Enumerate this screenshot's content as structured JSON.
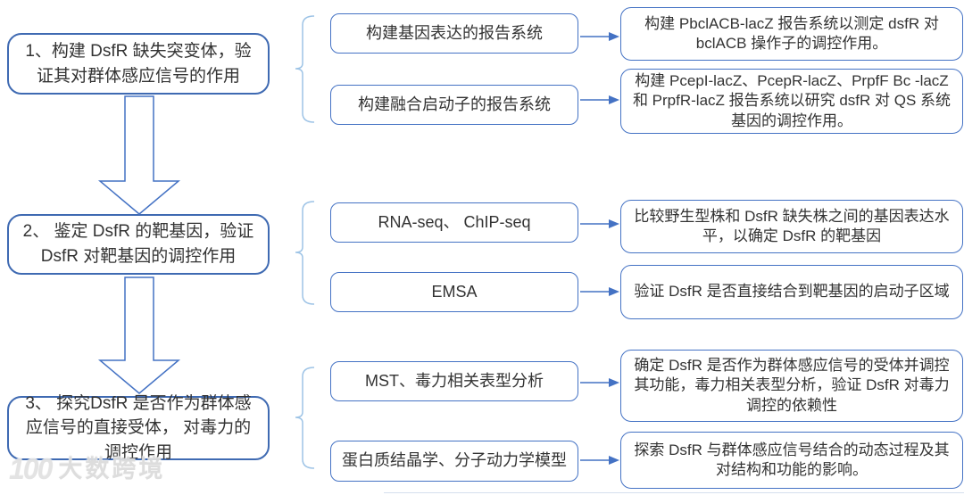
{
  "diagram": {
    "type": "flowchart",
    "colors": {
      "box_border_dark": "#3f6ab2",
      "box_border": "#4472c4",
      "arrow": "#4472c4",
      "brace": "#9dc3e6",
      "text": "#333333",
      "watermark": "#dcdcdc"
    },
    "rows": [
      {
        "step": "1、构建 DsfR 缺失突变体，验证其对群体感应信号的作用",
        "branches": [
          {
            "method": "构建基因表达的报告系统",
            "detail": "构建 PbclACB-lacZ 报告系统以测定 dsfR 对 bclACB 操作子的调控作用。"
          },
          {
            "method": "构建融合启动子的报告系统",
            "detail": "构建 PcepI-lacZ、PcepR-lacZ、PrpfF Bc -lacZ 和 PrpfR-lacZ 报告系统以研究 dsfR 对 QS 系统基因的调控作用。"
          }
        ]
      },
      {
        "step": "2、 鉴定 DsfR 的靶基因，验证 DsfR 对靶基因的调控作用",
        "branches": [
          {
            "method": "RNA-seq、 ChIP-seq",
            "detail": "比较野生型株和 DsfR 缺失株之间的基因表达水平，以确定 DsfR 的靶基因"
          },
          {
            "method": "EMSA",
            "detail": "验证 DsfR 是否直接结合到靶基因的启动子区域"
          }
        ]
      },
      {
        "step": "3、 探究DsfR 是否作为群体感应信号的直接受体， 对毒力的调控作用",
        "branches": [
          {
            "method": "MST、毒力相关表型分析",
            "detail": "确定 DsfR 是否作为群体感应信号的受体并调控其功能，毒力相关表型分析，验证 DsfR 对毒力调控的依赖性"
          },
          {
            "method": "蛋白质结晶学、分子动力学模型",
            "detail": "探索 DsfR 与群体感应信号结合的动态过程及其对结构和功能的影响。"
          }
        ]
      }
    ],
    "watermark": {
      "logo": "100",
      "text": "大数跨境"
    }
  }
}
